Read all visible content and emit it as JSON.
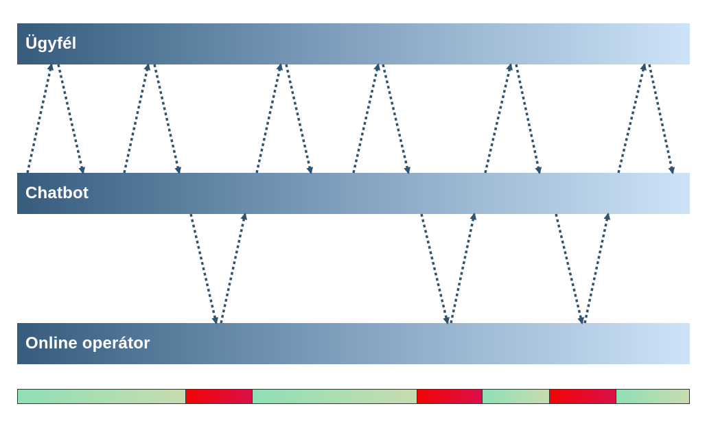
{
  "lanes": {
    "customer": "Ügyfél",
    "chatbot": "Chatbot",
    "operator": "Online operátor"
  },
  "colors": {
    "lane_start": "#365b7c",
    "lane_end": "#cde3f7",
    "arrow": "#2f5472",
    "timeline_bot": "#8fdfb6",
    "timeline_human": "#e60a2a"
  },
  "exchanges": [
    {
      "from": "chatbot",
      "to": "customer"
    },
    {
      "from": "customer",
      "to": "chatbot"
    },
    {
      "from": "chatbot",
      "to": "customer"
    },
    {
      "from": "customer",
      "to": "chatbot"
    },
    {
      "from": "chatbot",
      "to": "operator"
    },
    {
      "from": "operator",
      "to": "chatbot"
    },
    {
      "from": "chatbot",
      "to": "customer"
    },
    {
      "from": "customer",
      "to": "chatbot"
    },
    {
      "from": "chatbot",
      "to": "customer"
    },
    {
      "from": "customer",
      "to": "chatbot"
    },
    {
      "from": "chatbot",
      "to": "operator"
    },
    {
      "from": "operator",
      "to": "chatbot"
    },
    {
      "from": "chatbot",
      "to": "customer"
    },
    {
      "from": "customer",
      "to": "chatbot"
    },
    {
      "from": "chatbot",
      "to": "operator"
    },
    {
      "from": "operator",
      "to": "chatbot"
    },
    {
      "from": "chatbot",
      "to": "customer"
    },
    {
      "from": "customer",
      "to": "chatbot"
    }
  ],
  "timeline": [
    {
      "handler": "chatbot",
      "share": 0.25
    },
    {
      "handler": "operator",
      "share": 0.1
    },
    {
      "handler": "chatbot",
      "share": 0.245
    },
    {
      "handler": "operator",
      "share": 0.097
    },
    {
      "handler": "chatbot",
      "share": 0.1
    },
    {
      "handler": "operator",
      "share": 0.1
    },
    {
      "handler": "chatbot",
      "share": 0.108
    }
  ]
}
